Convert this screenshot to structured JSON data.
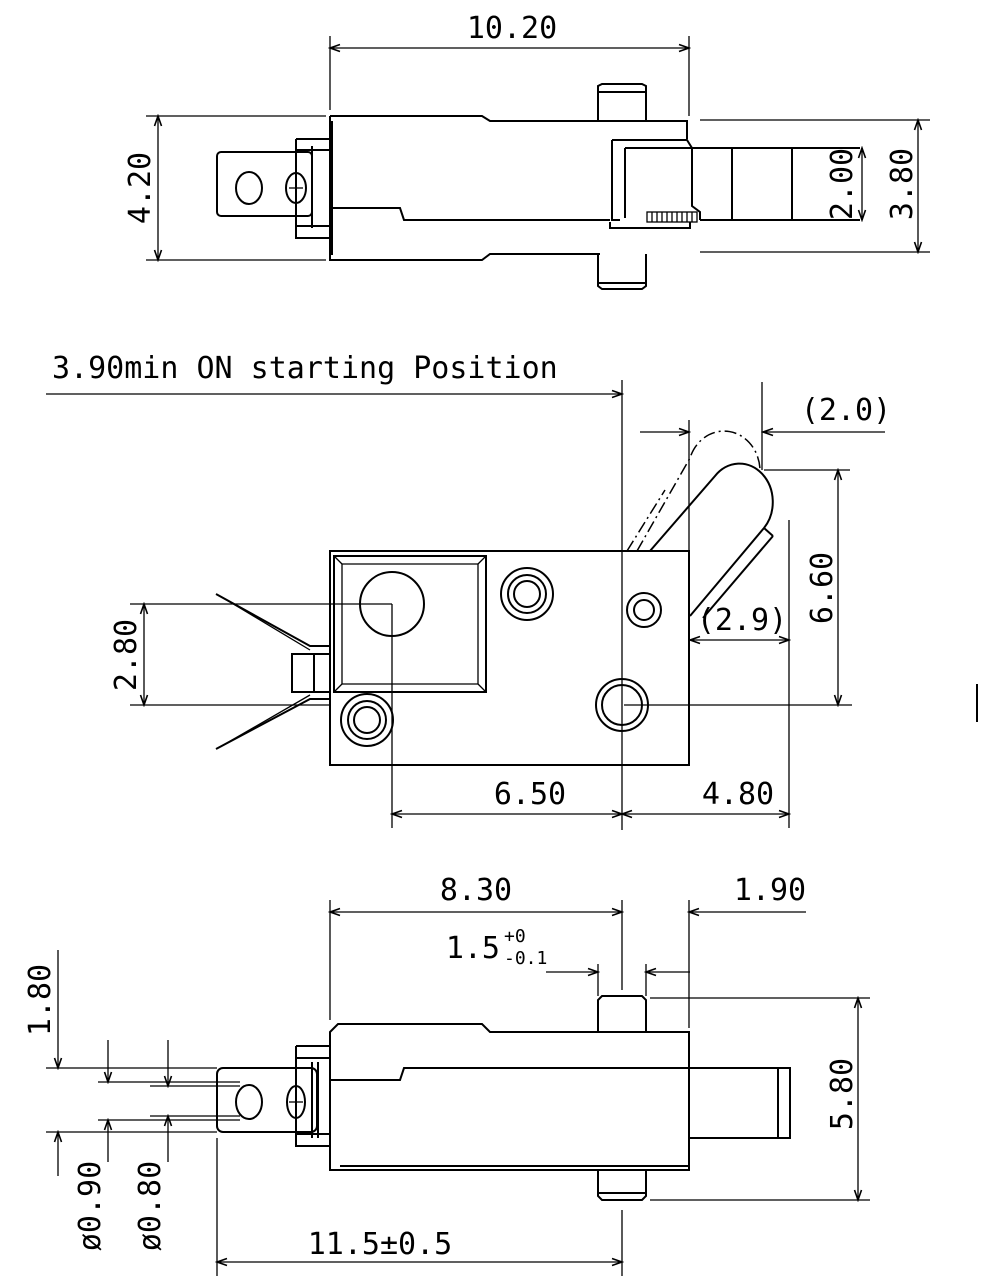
{
  "view_top": {
    "dim_width": "10.20",
    "dim_height": "4.20",
    "dim_slot": "2.00",
    "dim_depth": "3.80"
  },
  "view_side": {
    "note": "3.90min ON starting Position",
    "dim_offset": "(2.0)",
    "dim_lever_height": "6.60",
    "dim_lever_clearance": "(2.9)",
    "dim_hole_height": "2.80",
    "dim_hole_spacing": "6.50",
    "dim_right": "4.80"
  },
  "view_bottom": {
    "dim_length": "8.30",
    "dim_tail": "1.90",
    "dim_pin_base": "1.5",
    "dim_pin_tol_upper": "+0",
    "dim_pin_tol_lower": "-0.1",
    "dim_terminal_thickness": "1.80",
    "dim_overall_height": "5.80",
    "dim_dia_outer": "ø0.90",
    "dim_dia_inner": "ø0.80",
    "dim_overall_length": "11.5±0.5"
  }
}
